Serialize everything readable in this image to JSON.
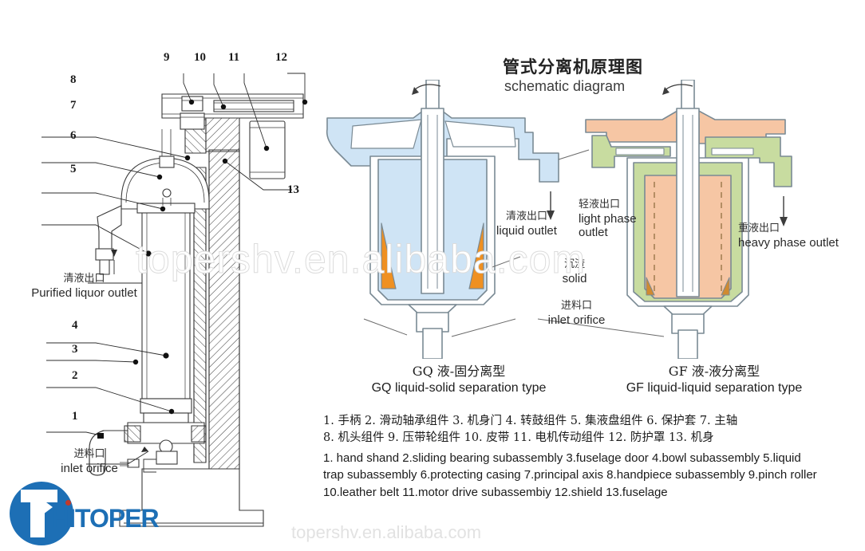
{
  "header": {
    "title_cn": "管式分离机原理图",
    "title_en": "schematic diagram"
  },
  "watermarks": {
    "main": "topershv.en.alibaba.com",
    "bottom": "topershv.en.alibaba.com"
  },
  "logo": {
    "brand": "HITOPER",
    "mark_letter": "T",
    "brand_color": "#1d6fb5",
    "dot_color": "#c0392b"
  },
  "machine_drawing": {
    "name": "tubular separator cutaway drawing",
    "callout_numbers": [
      "1",
      "2",
      "3",
      "4",
      "5",
      "6",
      "7",
      "8",
      "9",
      "10",
      "11",
      "12",
      "13"
    ],
    "labels": [
      {
        "cn": "清液出口",
        "en": "Purified liquor outlet"
      },
      {
        "cn": "进料口",
        "en": "inlet orifice"
      }
    ]
  },
  "schematics": [
    {
      "id": "gq",
      "caption_cn": "GQ 液-固分离型",
      "caption_en": "GQ liquid-solid separation type",
      "fill_liquid": "#cfe4f5",
      "fill_solid": "#ef9021",
      "outline": "#7a8a94",
      "labels": [
        {
          "cn": "清液出口",
          "en": "liquid outlet"
        },
        {
          "cn": "沉渣",
          "en": "solid"
        },
        {
          "cn": "进料口",
          "en": "inlet orifice"
        }
      ]
    },
    {
      "id": "gf",
      "caption_cn": "GF 液-液分离型",
      "caption_en": "GF liquid-liquid separation type",
      "fill_heavy": "#f6c6a4",
      "fill_light": "#c8dca0",
      "outline": "#7a8a94",
      "labels": [
        {
          "cn": "轻液出口",
          "en": "light phase outlet"
        },
        {
          "cn": "重液出口",
          "en": "heavy phase outlet"
        }
      ]
    }
  ],
  "parts_list": {
    "cn_line_1": "1. 手柄  2. 滑动轴承组件  3. 机身门  4. 转鼓组件  5. 集液盘组件  6. 保护套 7. 主轴",
    "cn_line_2": "8. 机头组件 9. 压带轮组件  10. 皮带  11. 电机传动组件   12. 防护罩  13. 机身",
    "en_text": "1. hand shand   2.sliding bearing subassembly   3.fuselage door   4.bowl subassembly   5.liquid trap subassembly   6.protecting casing  7.principal axis   8.handpiece subassembly 9.pinch roller   10.leather belt   11.motor drive subassembiy   12.shield 13.fuselage"
  }
}
